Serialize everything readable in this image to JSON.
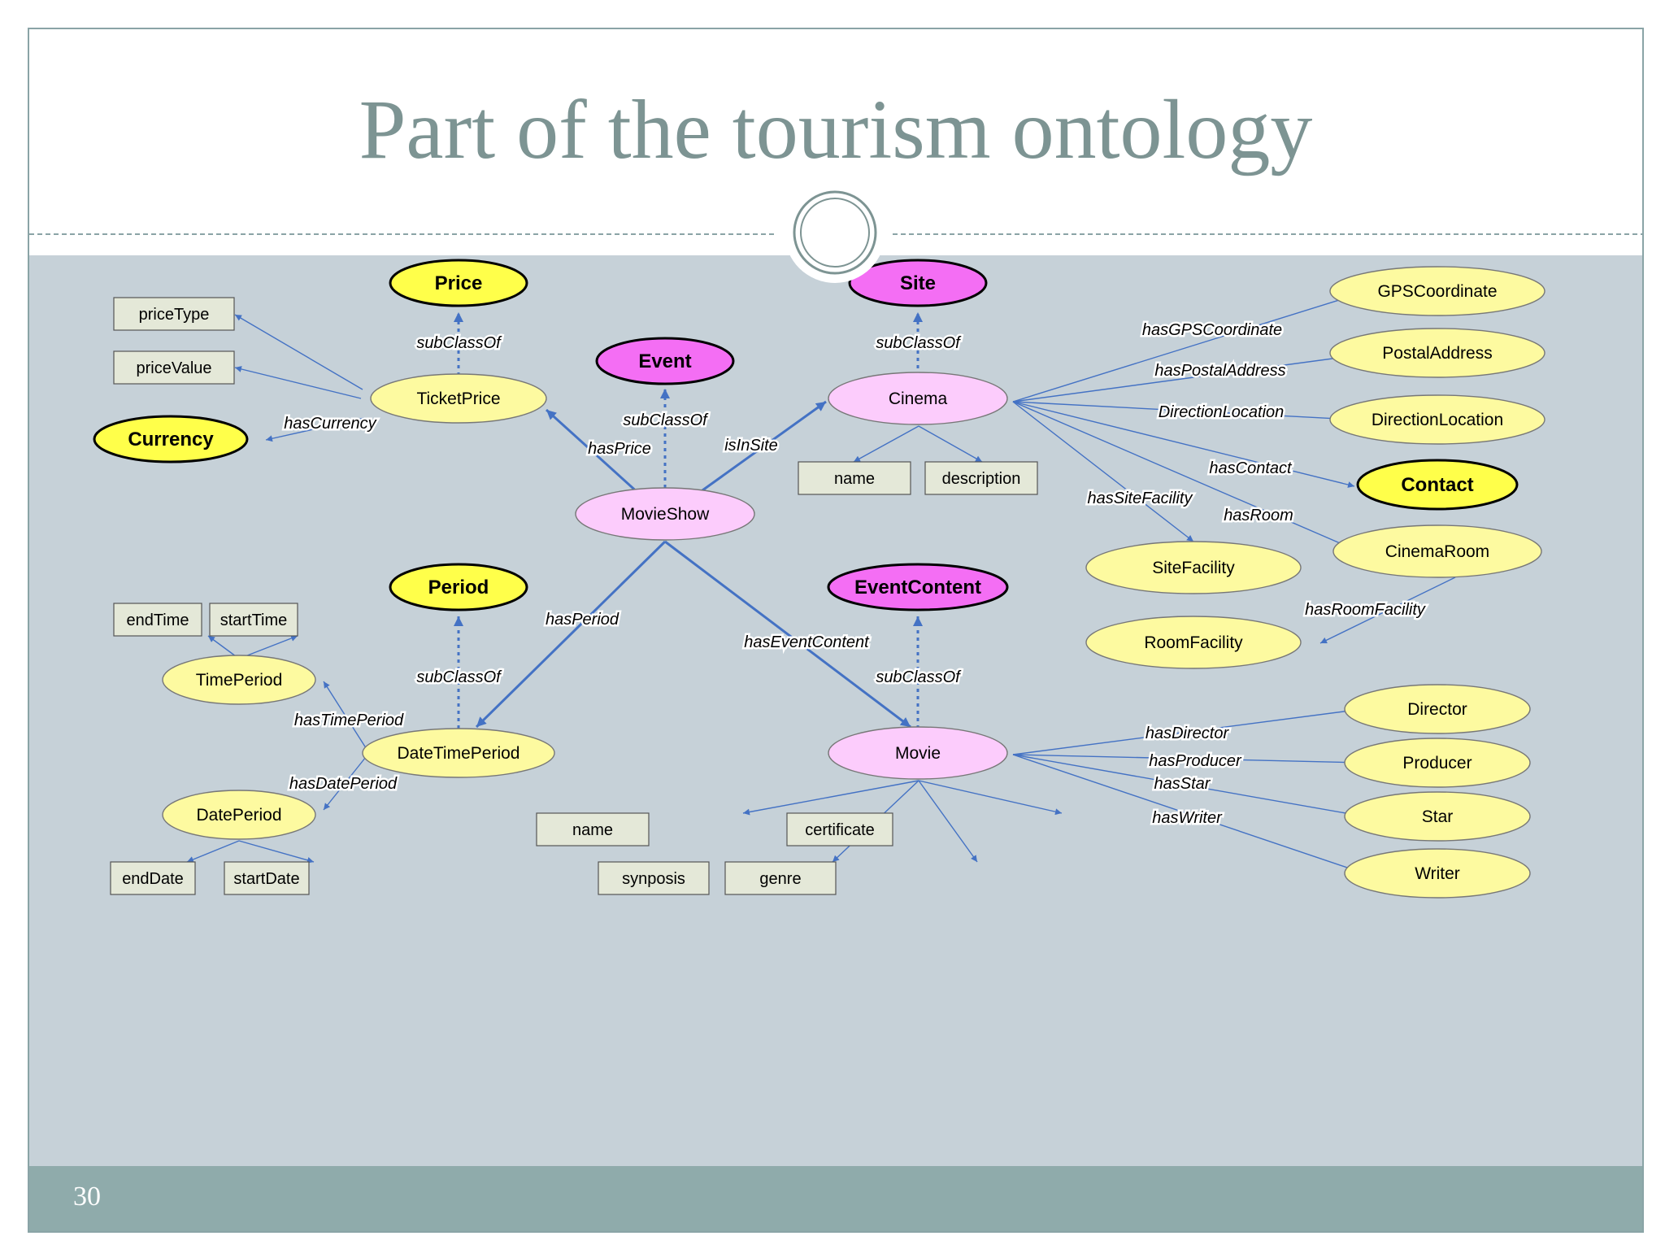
{
  "slide": {
    "title": "Part of the tourism ontology",
    "page_number": "30"
  },
  "colors": {
    "main_class_yellow": "#ffff4a",
    "main_class_magenta": "#f46ef4",
    "class_yellow": "#fdfaa0",
    "class_pink": "#fcccfc",
    "attribute_box": "#e4e8d8",
    "arrow": "#4472c4",
    "stage_background": "#c6d1d8",
    "footer": "#8fabab",
    "title": "#7d9493"
  },
  "nodes": {
    "price": "Price",
    "site": "Site",
    "event": "Event",
    "currency": "Currency",
    "contact": "Contact",
    "period": "Period",
    "event_content": "EventContent",
    "ticket_price": "TicketPrice",
    "cinema": "Cinema",
    "movie_show": "MovieShow",
    "gps_coordinate": "GPSCoordinate",
    "postal_address": "PostalAddress",
    "direction_location": "DirectionLocation",
    "cinema_room": "CinemaRoom",
    "site_facility": "SiteFacility",
    "room_facility": "RoomFacility",
    "time_period": "TimePeriod",
    "date_time_period": "DateTimePeriod",
    "date_period": "DatePeriod",
    "movie": "Movie",
    "director": "Director",
    "producer": "Producer",
    "star": "Star",
    "writer": "Writer",
    "price_type": "priceType",
    "price_value": "priceValue",
    "cinema_name": "name",
    "description": "description",
    "end_time": "endTime",
    "start_time": "startTime",
    "end_date": "endDate",
    "start_date": "startDate",
    "movie_name": "name",
    "certificate": "certificate",
    "synposis": "synposis",
    "genre": "genre"
  },
  "edge_labels": {
    "subclass_price": "subClassOf",
    "subclass_site": "subClassOf",
    "subclass_event": "subClassOf",
    "subclass_period": "subClassOf",
    "subclass_event_content": "subClassOf",
    "has_currency": "hasCurrency",
    "has_price": "hasPrice",
    "is_in_site": "isInSite",
    "has_gps_coordinate": "hasGPSCoordinate",
    "has_postal_address": "hasPostalAddress",
    "direction_location": "DirectionLocation",
    "has_contact": "hasContact",
    "has_site_facility": "hasSiteFacility",
    "has_room": "hasRoom",
    "has_room_facility": "hasRoomFacility",
    "has_period": "hasPeriod",
    "has_event_content": "hasEventContent",
    "has_time_period": "hasTimePeriod",
    "has_date_period": "hasDatePeriod",
    "has_director": "hasDirector",
    "has_producer": "hasProducer",
    "has_star": "hasStar",
    "has_writer": "hasWriter"
  }
}
